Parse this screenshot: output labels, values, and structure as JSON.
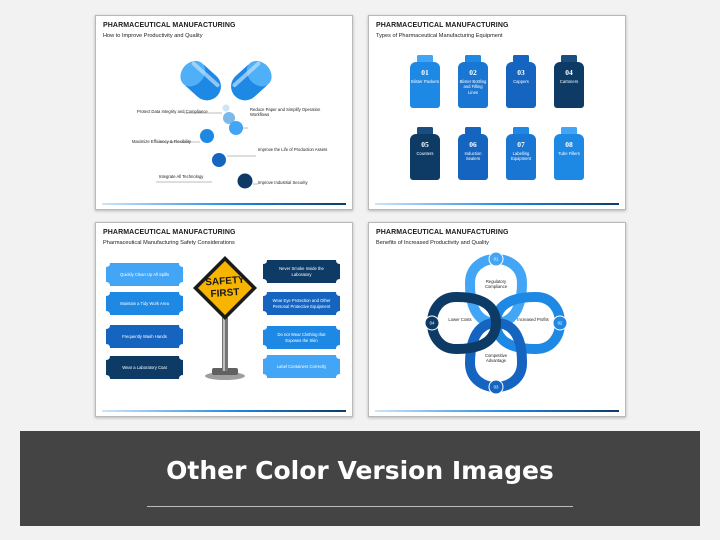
{
  "slides": [
    {
      "title": "PHARMACEUTICAL MANUFACTURING",
      "subtitle": "How to Improve Productivity and Quality",
      "items": [
        "Protect Data Integrity and Compliance",
        "Reduce Paper and Simplify Operation Workflows",
        "Maximize Efficiency & Flexibility",
        "Improve the Life of Production Assets",
        "Integrate All Technology",
        "Improve Industrial Security"
      ]
    },
    {
      "title": "PHARMACEUTICAL MANUFACTURING",
      "subtitle": "Types of Pharmaceutical Manufacturing Equipment",
      "bottles": [
        {
          "num": "01",
          "label": "Blister Packers"
        },
        {
          "num": "02",
          "label": "Blister Bottling and Filling Lines"
        },
        {
          "num": "03",
          "label": "Cappers"
        },
        {
          "num": "04",
          "label": "Cartoners"
        },
        {
          "num": "05",
          "label": "Counters"
        },
        {
          "num": "06",
          "label": "Induction Sealers"
        },
        {
          "num": "07",
          "label": "Labelling Equipment"
        },
        {
          "num": "08",
          "label": "Tube Fillers"
        }
      ]
    },
    {
      "title": "PHARMACEUTICAL MANUFACTURING",
      "subtitle": "Pharmaceutical Manufacturing Safety Considerations",
      "sign_line1": "SAFETY",
      "sign_line2": "FIRST",
      "left_items": [
        "Quickly Clean Up All Spills",
        "Maintain a Tidy Work Area",
        "Frequently Wash Hands",
        "Wear a Laboratory Coat"
      ],
      "right_items": [
        "Never Smoke Inside the Laboratory",
        "Wear Eye Protection and Other Personal Protective Equipment",
        "Do not Wear Clothing that Exposes the Skin",
        "Label Containers Correctly"
      ]
    },
    {
      "title": "PHARMACEUTICAL MANUFACTURING",
      "subtitle": "Benefits of Increased Productivity and Quality",
      "benefits": [
        {
          "num": "01",
          "label": "Regulatory Compliance"
        },
        {
          "num": "02",
          "label": "Increased Profits"
        },
        {
          "num": "03",
          "label": "Competitive Advantage"
        },
        {
          "num": "04",
          "label": "Lower Costs"
        }
      ]
    }
  ],
  "banner": {
    "title": "Other Color Version Images"
  },
  "colors": {
    "blue": "#1e88e5",
    "light_blue": "#42a5f5",
    "navy": "#0d3b66",
    "dark_navy": "#123f6b",
    "banner_bg": "#444444"
  },
  "icons": [
    "capsule-icon",
    "pill-dot-icon",
    "bottle-icon",
    "safety-sign-icon",
    "circle-node-icon"
  ]
}
